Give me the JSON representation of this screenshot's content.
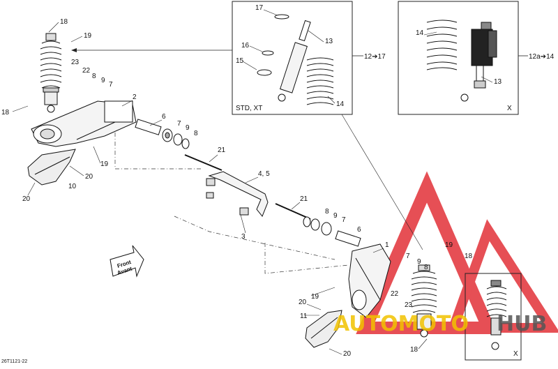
{
  "diagram": {
    "figure_code": "26T1121-22",
    "inset_std_label": "STD, XT",
    "inset_std_ref": "12➔17",
    "inset_x_label": "X",
    "inset_x_ref": "12a➔14",
    "inset_small_label": "X",
    "front_label_1": "Front",
    "front_label_2": "Avant",
    "callouts": {
      "c1": "1",
      "c2": "2",
      "c3": "3",
      "c45": "4, 5",
      "c6a": "6",
      "c6b": "6",
      "c7a": "7",
      "c7b": "7",
      "c7c": "7",
      "c7d": "7",
      "c8a": "8",
      "c8b": "8",
      "c8c": "8",
      "c8d": "8",
      "c9a": "9",
      "c9b": "9",
      "c9c": "9",
      "c9d": "9",
      "c10": "10",
      "c11": "11",
      "c13a": "13",
      "c13b": "13",
      "c14a": "14",
      "c14b": "14",
      "c15": "15",
      "c16": "16",
      "c17": "17",
      "c18a": "18",
      "c18b": "18",
      "c18c": "18",
      "c18d": "18",
      "c19a": "19",
      "c19b": "19",
      "c19c": "19",
      "c19d": "19",
      "c20a": "20",
      "c20b": "20",
      "c20c": "20",
      "c20d": "20",
      "c21a": "21",
      "c21b": "21",
      "c22a": "22",
      "c22b": "22",
      "c23a": "23",
      "c23b": "23"
    }
  },
  "watermark": {
    "text_part1": "AUTOMOTO",
    "text_part2": "HUB",
    "color_red": "#e0242b",
    "color_yellow": "#f2c200"
  }
}
